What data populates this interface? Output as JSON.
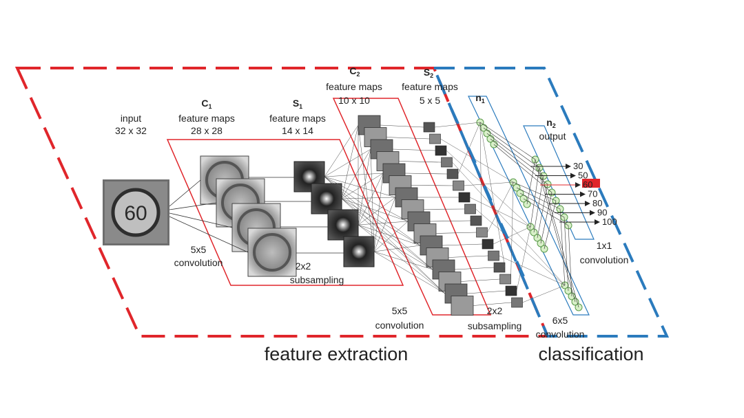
{
  "labels": {
    "input": "input",
    "input_size": "32 x 32",
    "c1_symbol": "C",
    "c1_sub": "1",
    "c1_name": "feature maps",
    "c1_size": "28 x 28",
    "s1_symbol": "S",
    "s1_sub": "1",
    "s1_name": "feature maps",
    "s1_size": "14 x 14",
    "c2_symbol": "C",
    "c2_sub": "2",
    "c2_name": "feature maps",
    "c2_size": "10 x 10",
    "s2_symbol": "S",
    "s2_sub": "2",
    "s2_name": "feature maps",
    "s2_size": "5 x 5",
    "n1_symbol": "n",
    "n1_sub": "1",
    "n2_symbol": "n",
    "n2_sub": "2",
    "output": "output",
    "conv1_a": "5x5",
    "conv1_b": "convolution",
    "sub1_a": "2x2",
    "sub1_b": "subsampling",
    "conv2_a": "5x5",
    "conv2_b": "convolution",
    "sub2_a": "2x2",
    "sub2_b": "subsampling",
    "conv3_a": "6x5",
    "conv3_b": "convolution",
    "conv4_a": "1x1",
    "conv4_b": "convolution",
    "section_feature": "feature extraction",
    "section_class": "classification",
    "sign_value": "60"
  },
  "outputs": [
    "30",
    "50",
    "60",
    "70",
    "80",
    "90",
    "100"
  ],
  "highlighted_outputs": [
    "60"
  ],
  "colors": {
    "feature_extraction": "#e0262b",
    "classification": "#2b7bbd",
    "highlight": "#e0262b",
    "neuron": "#d8f0c8",
    "neuron_stroke": "#5a9a4a"
  }
}
